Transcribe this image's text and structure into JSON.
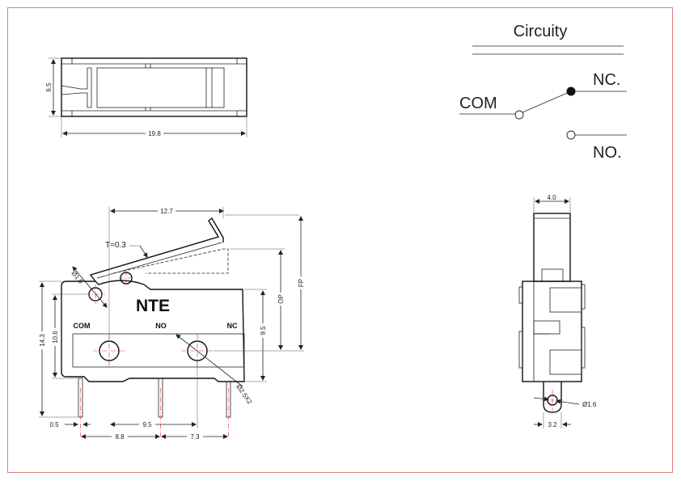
{
  "circuit": {
    "title": "Circuity",
    "com_label": "COM",
    "nc_label": "NC.",
    "no_label": "NO."
  },
  "top_view": {
    "height_dim": "6.5",
    "width_dim": "19.8"
  },
  "front_view": {
    "brand": "NTE",
    "com_label": "COM",
    "no_label": "NO",
    "nc_label": "NC",
    "dim_lever_span": "12.7",
    "dim_thickness": "T=0.3",
    "dim_pivot_dia": "Ø1.6",
    "dim_overall_height": "14.3",
    "dim_body_height": "10.6",
    "dim_mount_height": "9.5",
    "dim_op": "OP",
    "dim_fp": "FP",
    "dim_mount_hole": "Ø2.5X2",
    "dim_pin_width": "0.5",
    "dim_hole_pitch": "9.5",
    "dim_com_no": "8.8",
    "dim_no_nc": "7.3"
  },
  "side_view": {
    "dim_width": "4.0",
    "dim_hole": "Ø1.6",
    "dim_tab": "3.2"
  }
}
